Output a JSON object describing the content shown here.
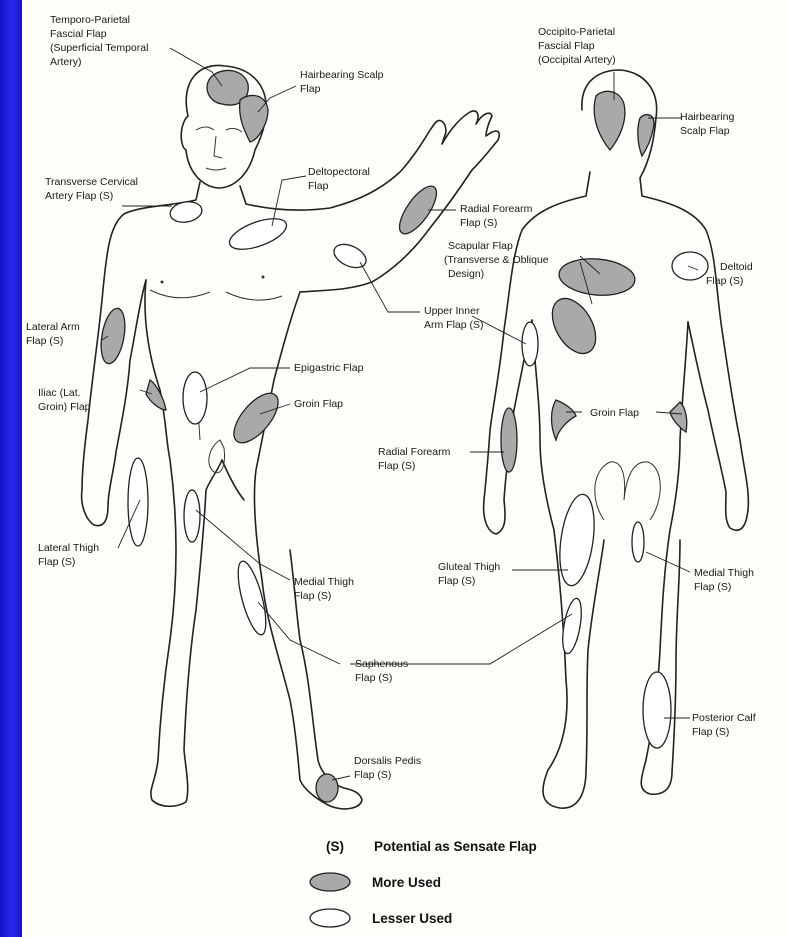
{
  "colors": {
    "background_frame": "#1a1ad8",
    "paper": "#fdfdf9",
    "more_used_fill": "#a9a9a9",
    "lesser_used_fill": "#ffffff"
  },
  "labels": {
    "temporo_parietal": [
      "Temporo-Parietal",
      "Fascial Flap",
      "(Superficial Temporal",
      "Artery)"
    ],
    "hairbearing_front": [
      "Hairbearing Scalp",
      "Flap"
    ],
    "transverse_cervical": [
      "Transverse Cervical",
      "Artery Flap (S)"
    ],
    "deltopectoral": [
      "Deltopectoral",
      "Flap"
    ],
    "radial_forearm_front": [
      "Radial Forearm",
      "Flap (S)"
    ],
    "upper_inner_arm": [
      "Upper Inner",
      "Arm Flap (S)"
    ],
    "lateral_arm": [
      "Lateral Arm",
      "Flap (S)"
    ],
    "epigastric": [
      "Epigastric Flap"
    ],
    "iliac": [
      "Iliac (Lat.",
      "Groin) Flap"
    ],
    "groin_front": [
      "Groin Flap"
    ],
    "lateral_thigh": [
      "Lateral Thigh",
      "Flap (S)"
    ],
    "medial_thigh_front": [
      "Medial Thigh",
      "Flap (S)"
    ],
    "saphenous": [
      "Saphenous",
      "Flap (S)"
    ],
    "dorsalis_pedis": [
      "Dorsalis Pedis",
      "Flap (S)"
    ],
    "occipito_parietal": [
      "Occipito-Parietal",
      "Fascial Flap",
      "(Occipital Artery)"
    ],
    "hairbearing_back": [
      "Hairbearing",
      "Scalp Flap"
    ],
    "scapular": [
      "Scapular Flap",
      "(Transverse & Oblique",
      "Design)"
    ],
    "deltoid": [
      "Deltoid",
      "Flap (S)"
    ],
    "groin_back": [
      "Groin Flap"
    ],
    "radial_forearm_back": [
      "Radial Forearm",
      "Flap (S)"
    ],
    "gluteal_thigh": [
      "Gluteal Thigh",
      "Flap (S)"
    ],
    "medial_thigh_back": [
      "Medial Thigh",
      "Flap (S)"
    ],
    "posterior_calf": [
      "Posterior Calf",
      "Flap (S)"
    ]
  },
  "legend": {
    "sensate_symbol": "(S)",
    "sensate_text": "Potential as Sensate Flap",
    "more_used": "More Used",
    "lesser_used": "Lesser Used"
  }
}
